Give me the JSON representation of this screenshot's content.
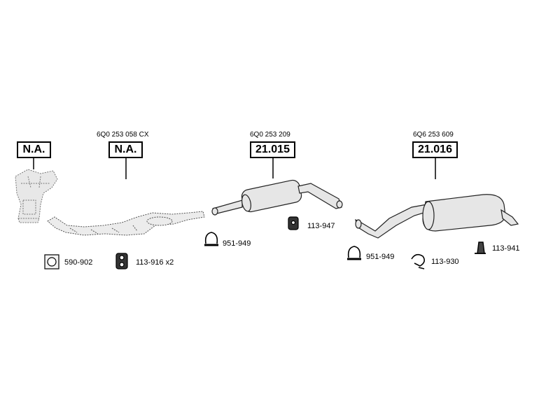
{
  "groups": [
    {
      "code": "N.A."
    },
    {
      "oem": "6Q0 253 058 CX",
      "code": "N.A."
    },
    {
      "oem": "6Q0 253 209",
      "code": "21.015"
    },
    {
      "oem": "6Q6 253 609",
      "code": "21.016"
    }
  ],
  "parts": [
    {
      "label": "590-902",
      "icon": "gasket-icon"
    },
    {
      "label": "113-916 x2",
      "icon": "rubber-hanger-icon"
    },
    {
      "label": "951-949",
      "icon": "clamp-icon"
    },
    {
      "label": "113-947",
      "icon": "rubber-mount-icon"
    },
    {
      "label": "951-949",
      "icon": "clamp-icon"
    },
    {
      "label": "113-930",
      "icon": "hanger-icon"
    },
    {
      "label": "113-941",
      "icon": "hanger-bracket-icon"
    }
  ]
}
